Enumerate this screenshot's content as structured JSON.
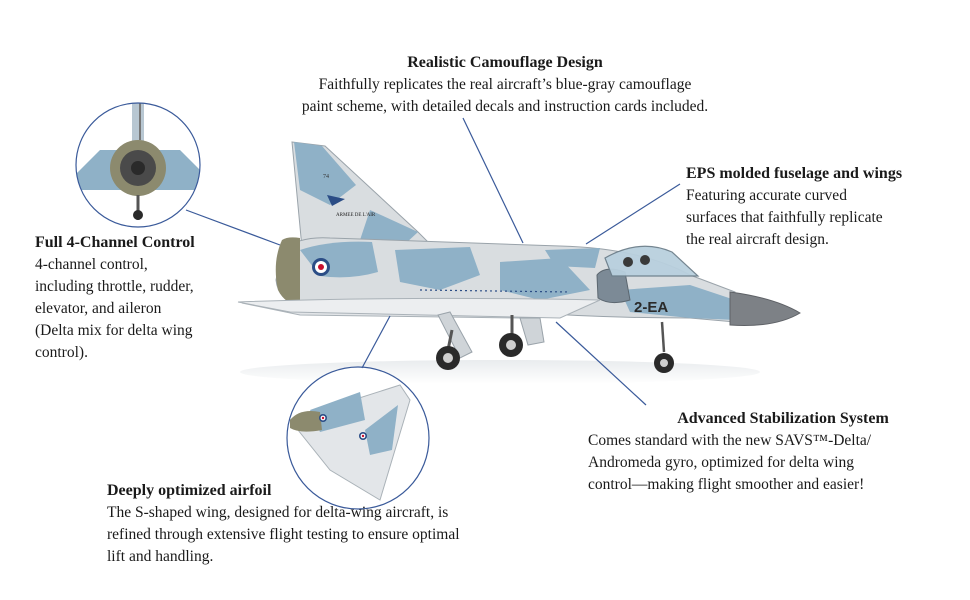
{
  "callouts": {
    "camouflage": {
      "title": "Realistic Camouflage Design",
      "lines": [
        "Faithfully replicates the real aircraft’s blue-gray camouflage",
        "paint scheme, with detailed decals and instruction cards included."
      ]
    },
    "eps": {
      "title": "EPS molded fuselage and wings",
      "lines": [
        "Featuring accurate curved",
        "surfaces that faithfully replicate",
        "the real aircraft design."
      ]
    },
    "control": {
      "title": "Full 4-Channel Control",
      "lines": [
        "4-channel control,",
        "including throttle, rudder,",
        "elevator, and aileron",
        "(Delta mix for delta wing",
        "control)."
      ]
    },
    "stabilization": {
      "title": "Advanced Stabilization System",
      "lines": [
        "Comes standard with the new SAVS™-Delta/",
        "Andromeda gyro, optimized for delta wing",
        "control—making flight smoother and easier!"
      ]
    },
    "airfoil": {
      "title": "Deeply optimized airfoil",
      "lines": [
        "The S-shaped wing, designed for delta-wing aircraft, is",
        "refined through extensive flight testing to ensure optimal",
        "lift and handling."
      ]
    }
  },
  "aircraft": {
    "tail_code": "2-EA",
    "tail_number": "74",
    "fin_text": "ARMEE DE L'AIR"
  },
  "colors": {
    "camo_blue": "#8fb1c7",
    "camo_gray": "#d9dde0",
    "nose_cone": "#7d8186",
    "exhaust": "#8c8a6e",
    "leader_line": "#3a5a9a"
  }
}
